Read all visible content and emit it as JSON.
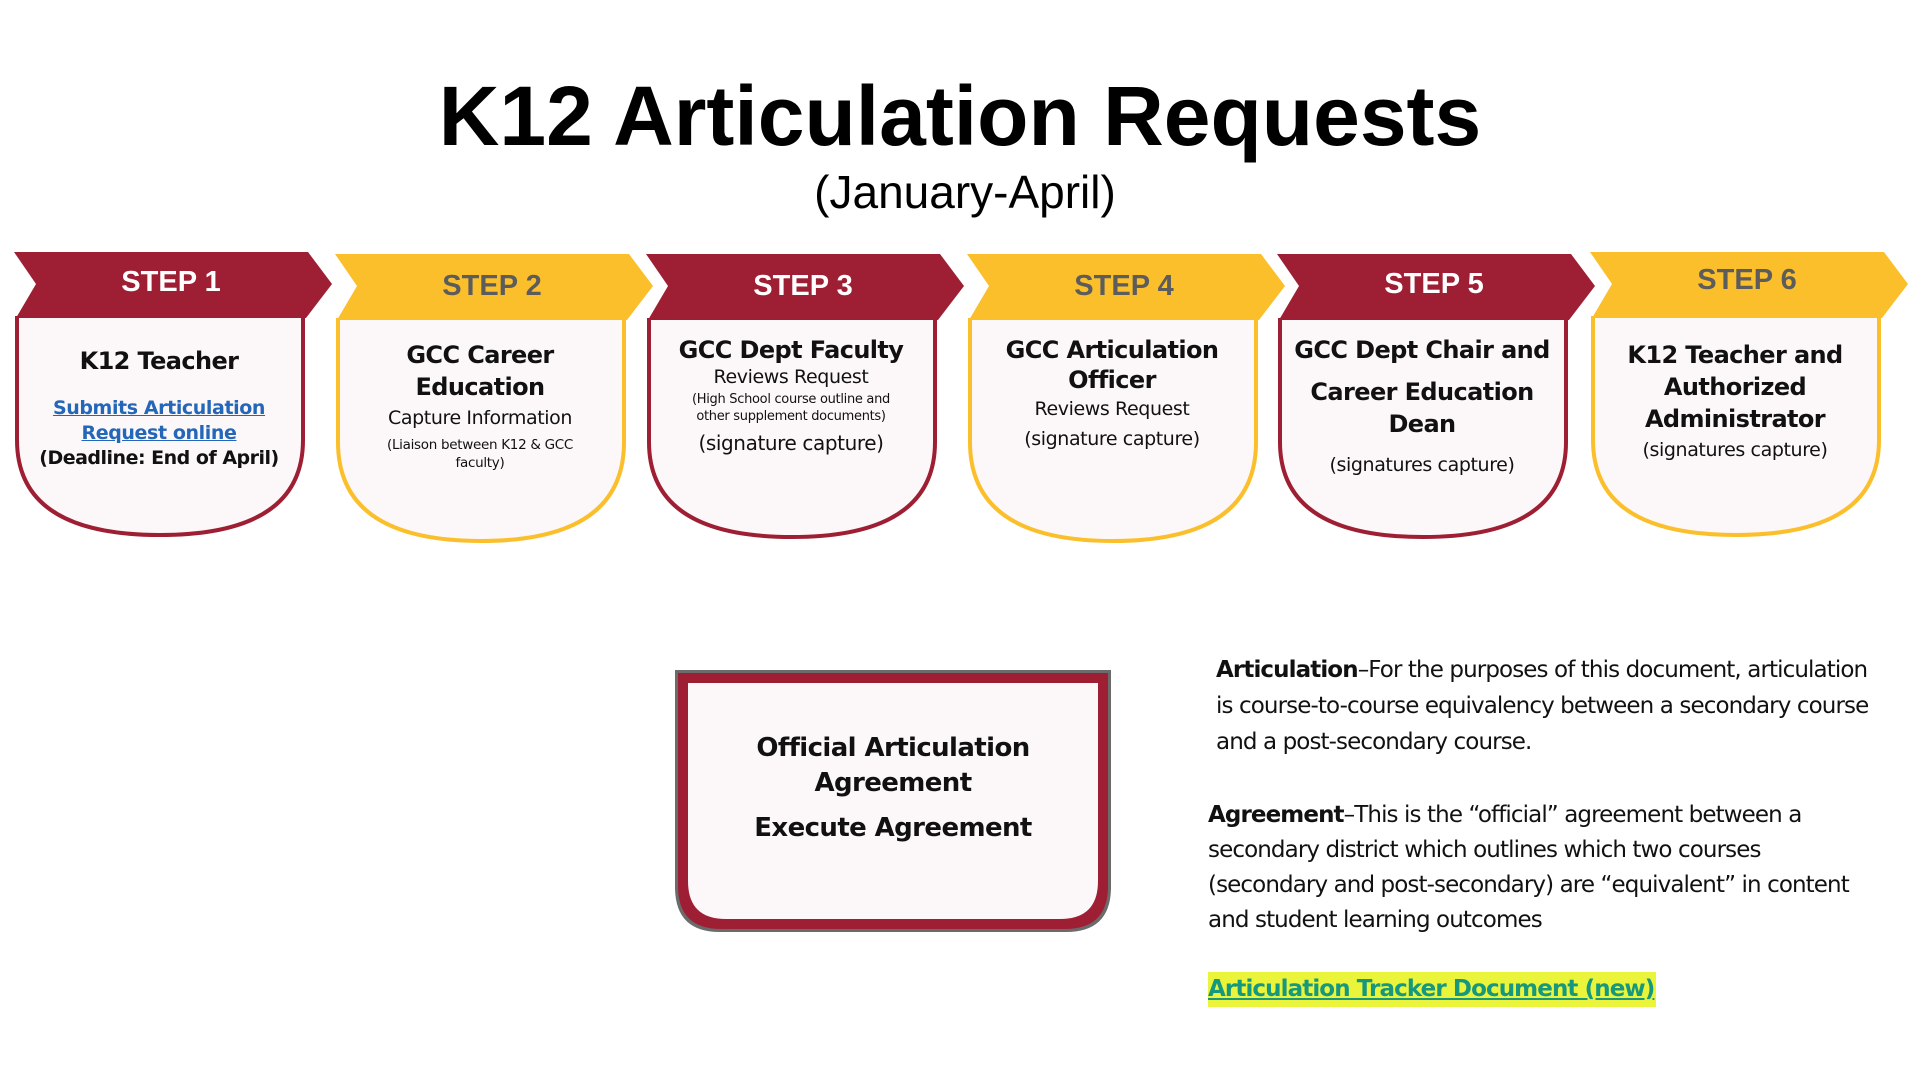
{
  "header": {
    "title": "K12 Articulation Requests",
    "subtitle": "(January-April)"
  },
  "colors": {
    "red": "#9e1f33",
    "gold": "#fbbf2b",
    "card_bg": "#fcf7f8",
    "link_blue": "#2466b8",
    "tracker_link": "#15987e",
    "highlight": "#eaf43a"
  },
  "steps": [
    {
      "label": "STEP 1",
      "color": "red",
      "role": "K12 Teacher",
      "link": [
        "Submits Articulation",
        "Request online"
      ],
      "note": "(Deadline: End of April)"
    },
    {
      "label": "STEP 2",
      "color": "gold",
      "role_lines": [
        "GCC Career",
        "Education"
      ],
      "action": "Capture Information",
      "detail_lines": [
        "(Liaison between K12 & GCC",
        "faculty)"
      ]
    },
    {
      "label": "STEP 3",
      "color": "red",
      "role": "GCC Dept Faculty",
      "action": "Reviews Request",
      "detail_lines": [
        "(High School course outline and",
        "other supplement documents)"
      ],
      "signature": "(signature capture)"
    },
    {
      "label": "STEP 4",
      "color": "gold",
      "role_lines": [
        "GCC Articulation",
        "Officer"
      ],
      "action": "Reviews Request",
      "signature": "(signature capture)"
    },
    {
      "label": "STEP 5",
      "color": "red",
      "role_lines": [
        "GCC Dept Chair and",
        "Career Education",
        "Dean"
      ],
      "signature": "(signatures capture)"
    },
    {
      "label": "STEP 6",
      "color": "gold",
      "role_lines": [
        "K12 Teacher and",
        "Authorized",
        "Administrator"
      ],
      "signature": "(signatures capture)"
    }
  ],
  "agreement_box": {
    "title_lines": [
      "Official Articulation",
      "Agreement"
    ],
    "action": "Execute Agreement"
  },
  "definitions": {
    "articulation": {
      "term": "Articulation",
      "text": "–For the purposes of this document, articulation is course-to-course equivalency between a secondary course and a post-secondary course."
    },
    "agreement": {
      "term": "Agreement",
      "text": "–This is the “official” agreement between  a secondary district which outlines which two courses (secondary and post-secondary) are “equivalent” in content and student learning outcomes"
    }
  },
  "tracker_link": "Articulation Tracker Document (new)"
}
